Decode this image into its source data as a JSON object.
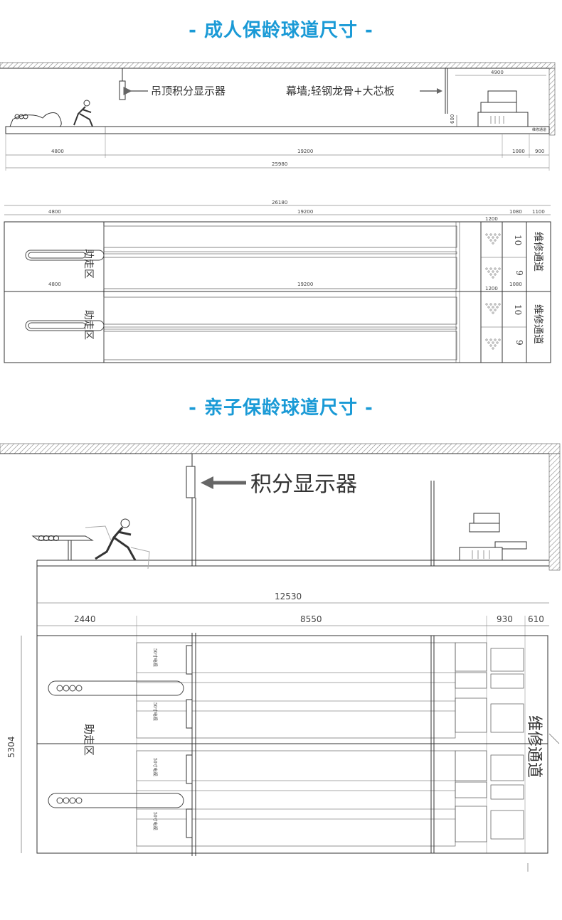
{
  "colors": {
    "title": "#1a9ad6",
    "line": "#333333",
    "hatch": "#888888",
    "grey_arrow": "#666666"
  },
  "adult": {
    "title": "- 成人保龄球道尺寸 -",
    "side_view": {
      "label_scoreboard": "吊顶积分显示器",
      "label_wall": "幕墙;轻钢龙骨+大芯板",
      "dim_top_right": "4900",
      "dim_height": "600",
      "label_small": "维修通道",
      "dims": [
        "4800",
        "19200",
        "1080",
        "900"
      ],
      "total": "25980"
    },
    "plan_view": {
      "total": "26180",
      "dims_top": [
        "4800",
        "19200",
        "1080",
        "1100"
      ],
      "dim_1200": "1200",
      "dims_mid": [
        "4800",
        "19200",
        "1080"
      ],
      "dim_1200_mid": "1200",
      "approach_label": "助走区",
      "maint_label": "维修通道",
      "lane_numbers": [
        "10",
        "9",
        "10",
        "9"
      ]
    }
  },
  "child": {
    "title": "- 亲子保龄球道尺寸 -",
    "side_view": {
      "label_scoreboard": "积分显示器"
    },
    "plan_view": {
      "total": "12530",
      "dims": [
        "2440",
        "8550",
        "930",
        "610"
      ],
      "height": "5304",
      "approach_label": "助走区",
      "maint_label": "维修通道",
      "lane_tags": [
        "50寸电视",
        "50寸电视",
        "50寸电视",
        "50寸电视"
      ]
    }
  }
}
